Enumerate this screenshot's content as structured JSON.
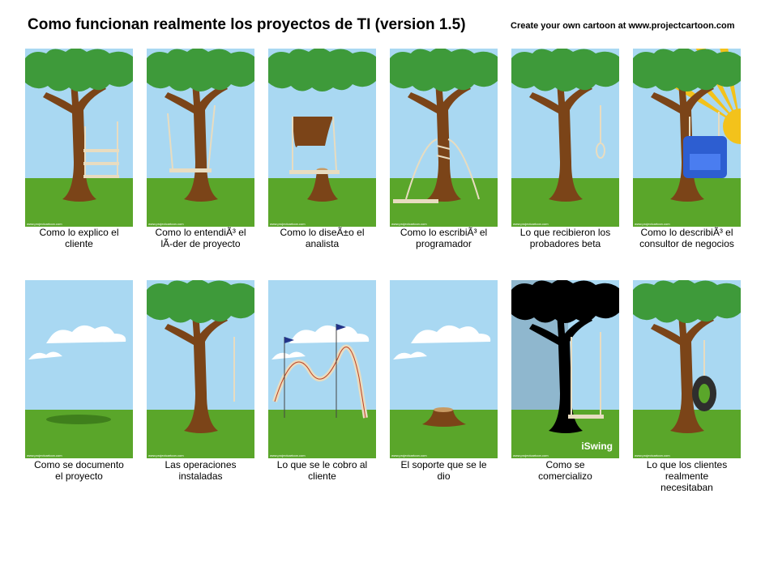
{
  "title": "Como funcionan realmente los proyectos de TI (version 1.5)",
  "credit": "Create your own cartoon at www.projectcartoon.com",
  "watermark": "www.projectcartoon.com",
  "brand_label": "iSwing",
  "colors": {
    "sky": "#a9d8f2",
    "grass": "#5aa62a",
    "foliage": "#3e9a3a",
    "trunk": "#7b4418",
    "sun": "#f3c21b"
  },
  "panels": [
    {
      "caption": "Como lo explico el\ncliente",
      "scene": "ladder-swing"
    },
    {
      "caption": "Como lo entendiÃ³ el\nlÃ-der de proyecto",
      "scene": "long-swing"
    },
    {
      "caption": "Como lo diseÃ±o el\nanalista",
      "scene": "cut-trunk-swing"
    },
    {
      "caption": "Como lo escribiÃ³ el\nprogramador",
      "scene": "wrapped-trunk-swing"
    },
    {
      "caption": "Lo que recibieron los\nprobadores beta",
      "scene": "noose"
    },
    {
      "caption": "Como lo describiÃ³ el\nconsultor de negocios",
      "scene": "armchair-swing"
    },
    {
      "caption": "Como se documento\nel proyecto",
      "scene": "empty"
    },
    {
      "caption": "Las operaciones\ninstaladas",
      "scene": "rope-only"
    },
    {
      "caption": "Lo que se le cobro al\ncliente",
      "scene": "rollercoaster"
    },
    {
      "caption": "El soporte que se le\ndio",
      "scene": "stump"
    },
    {
      "caption": "Como se\ncomercializo",
      "scene": "silhouette-swing"
    },
    {
      "caption": "Lo que los clientes\nrealmente\nnecesitaban",
      "scene": "tire-swing"
    }
  ]
}
